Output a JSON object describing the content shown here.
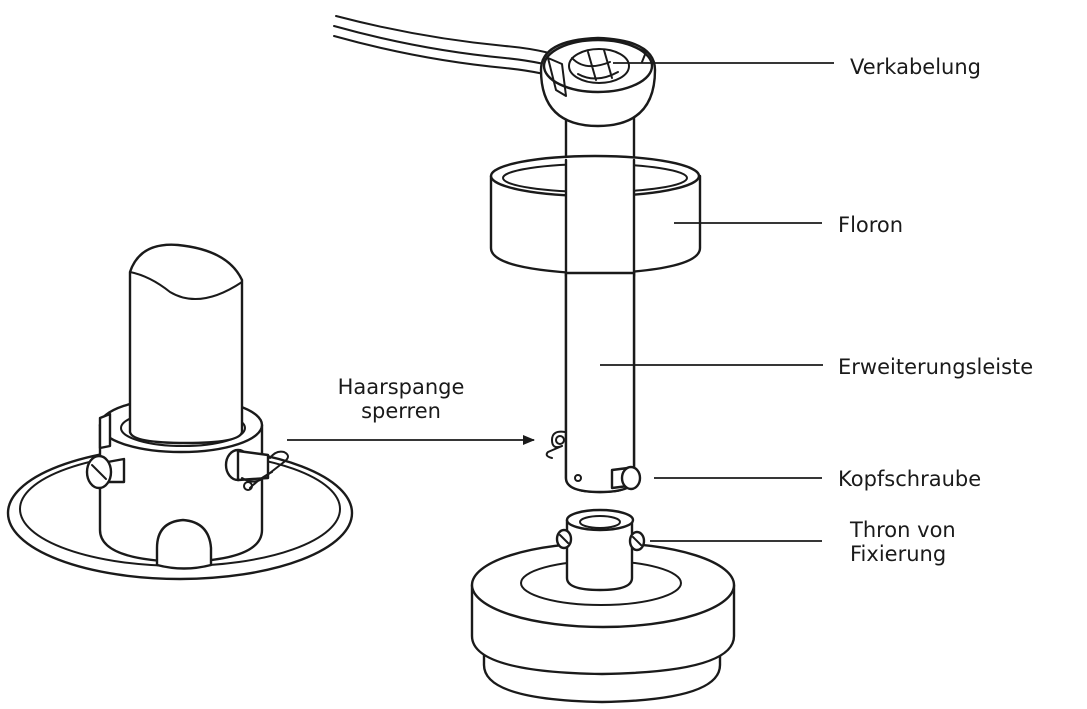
{
  "labels": {
    "wiring": "Verkabelung",
    "canopy": "Floron",
    "extension_rod": "Erweiterungsleiste",
    "head_screw": "Kopfschraube",
    "mount_line1": "Thron von",
    "mount_line2": "Fixierung",
    "clip_line1": "Haarspange",
    "clip_line2": "sperren"
  }
}
